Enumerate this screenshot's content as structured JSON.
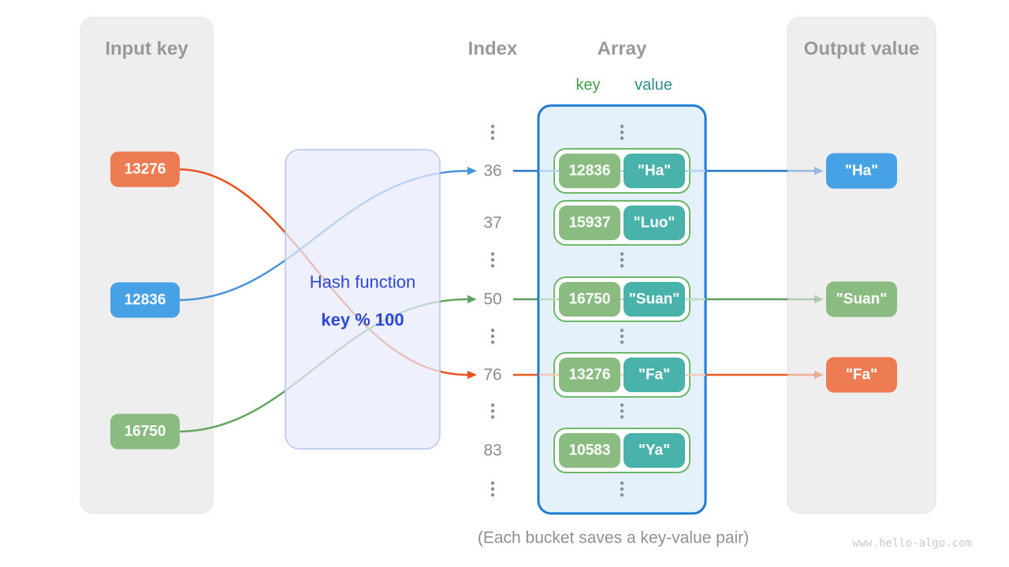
{
  "diagram": {
    "input_panel": {
      "title": "Input key",
      "keys": [
        {
          "label": "13276",
          "color": "orange",
          "target_index": "76"
        },
        {
          "label": "12836",
          "color": "blue",
          "target_index": "36"
        },
        {
          "label": "16750",
          "color": "green",
          "target_index": "50"
        }
      ]
    },
    "hash_box": {
      "title": "Hash function",
      "formula": "key % 100"
    },
    "headers": {
      "index": "Index",
      "array": "Array",
      "key": "key",
      "value": "value"
    },
    "rows": [
      {
        "type": "dots"
      },
      {
        "type": "pair",
        "index": "36",
        "key": "12836",
        "value": "\"Ha\"",
        "arrow": "blue"
      },
      {
        "type": "pair",
        "index": "37",
        "key": "15937",
        "value": "\"Luo\""
      },
      {
        "type": "dots"
      },
      {
        "type": "pair",
        "index": "50",
        "key": "16750",
        "value": "\"Suan\"",
        "arrow": "green"
      },
      {
        "type": "dots"
      },
      {
        "type": "pair",
        "index": "76",
        "key": "13276",
        "value": "\"Fa\"",
        "arrow": "orange"
      },
      {
        "type": "dots"
      },
      {
        "type": "pair",
        "index": "83",
        "key": "10583",
        "value": "\"Ya\""
      },
      {
        "type": "dots"
      }
    ],
    "output_panel": {
      "title": "Output value",
      "values": [
        {
          "label": "\"Ha\"",
          "color": "blue",
          "row_index": "36"
        },
        {
          "label": "\"Suan\"",
          "color": "green",
          "row_index": "50"
        },
        {
          "label": "\"Fa\"",
          "color": "orange",
          "row_index": "76"
        }
      ]
    },
    "caption": "(Each bucket saves a key-value pair)",
    "watermark": "www.hello-algo.com",
    "colors": {
      "box": {
        "orange": "#ed7c52",
        "blue": "#46a1e5",
        "green": "#8abc82",
        "teal": "#49b2ab"
      },
      "curve": {
        "orange": "#e6531e",
        "blue": "#4a94d8",
        "green": "#62a663"
      },
      "line": {
        "orange": "#e8581f",
        "blue": "#2277c8",
        "green": "#5f9f5f"
      },
      "line_light": {
        "orange": "#f2cbb9",
        "blue": "#b4d4ee",
        "green": "#c2dbc0"
      },
      "panel_fill": "#eeeeee",
      "panel_border": "#e3e3e3",
      "container_fill": "#e4f1fb",
      "container_border": "#1d7bd0",
      "bucket_border": "#6db86b",
      "hash_fill": "rgba(231,236,252,0.72)",
      "hash_border": "#b8c3f0",
      "dots": "#8d8d8d"
    }
  }
}
